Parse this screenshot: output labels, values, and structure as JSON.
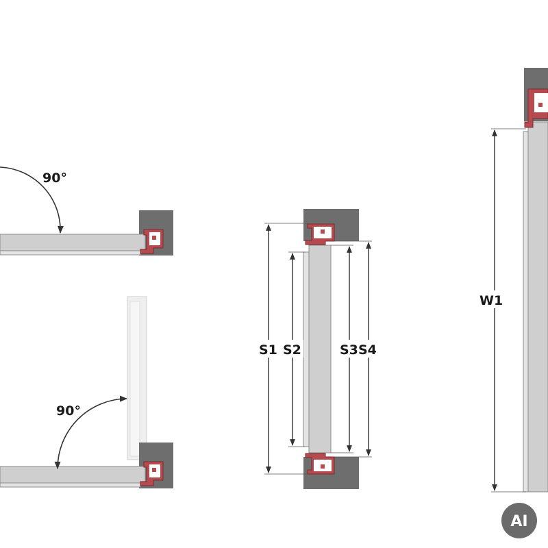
{
  "angle_labels": {
    "top": "90°",
    "bottom": "90°"
  },
  "dimension_labels": {
    "s1": "S1",
    "s2": "S2",
    "s3": "S3",
    "s4": "S4",
    "w1": "W1"
  },
  "badge": {
    "text": "AI"
  },
  "colors": {
    "wall": "#6e6e6e",
    "frame_profile": "#b54a4f",
    "panel": "#cfcfcf",
    "panel_edge": "#8a8a8a",
    "dimension_line": "#333333",
    "badge_bg": "#6b6b6b"
  }
}
